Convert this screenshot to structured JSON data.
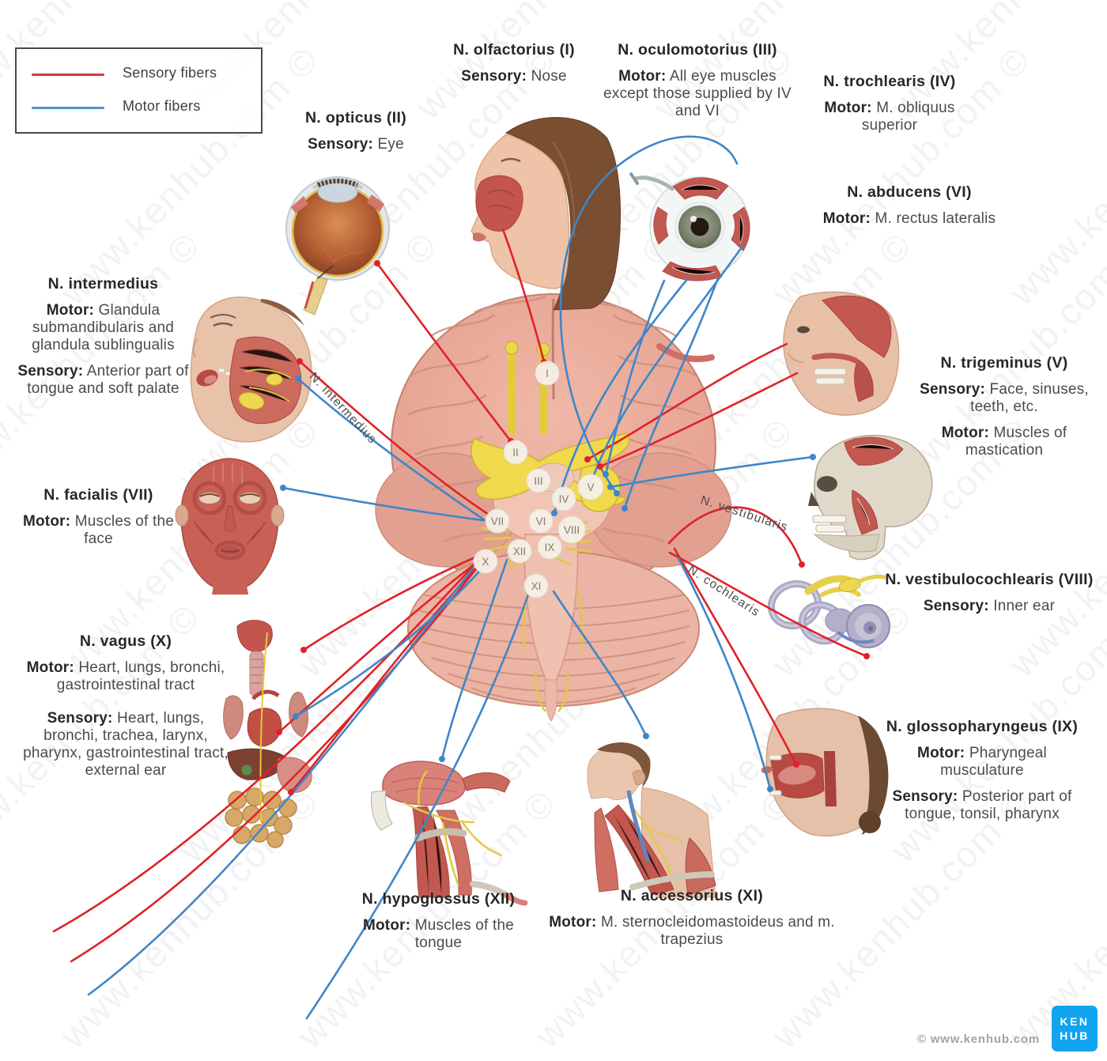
{
  "title": "Cranial nerves overview diagram",
  "watermark": {
    "text": "www.kenhub.com ©"
  },
  "colors": {
    "sensory": "#e02228",
    "motor": "#3f86c9"
  },
  "legend": {
    "sensory_label": "Sensory fibers",
    "motor_label": "Motor fibers",
    "sensory_color": "#cf3d41",
    "motor_color": "#4e93d4"
  },
  "nerve_labels": {
    "olfactorius": {
      "title": "N. olfactorius (I)",
      "p1_bold": "Sensory:",
      "p1_text": " Nose"
    },
    "opticus": {
      "title": "N. opticus (II)",
      "p1_bold": "Sensory:",
      "p1_text": " Eye"
    },
    "oculomotorius": {
      "title": "N. oculomotorius (III)",
      "p1_bold": "Motor:",
      "p1_text": " All eye muscles except those supplied by IV and VI"
    },
    "trochlearis": {
      "title": "N. trochlearis (IV)",
      "p1_bold": "Motor:",
      "p1_text": " M. obliquus superior"
    },
    "abducens": {
      "title": "N. abducens (VI)",
      "p1_bold": "Motor:",
      "p1_text": " M. rectus lateralis"
    },
    "trigeminus": {
      "title": "N. trigeminus (V)",
      "p1_bold": "Sensory:",
      "p1_text": " Face, sinuses, teeth, etc.",
      "p2_bold": "Motor:",
      "p2_text": " Muscles of mastication"
    },
    "intermedius": {
      "title": "N. intermedius",
      "p1_bold": "Motor:",
      "p1_text": " Glandula submandibularis and glandula sublingualis",
      "p2_bold": "Sensory:",
      "p2_text": " Anterior part of tongue and soft palate"
    },
    "facialis": {
      "title": "N. facialis (VII)",
      "p1_bold": "Motor:",
      "p1_text": " Muscles of the face"
    },
    "vestibulocochlearis": {
      "title": "N. vestibulocochlearis (VIII)",
      "p1_bold": "Sensory:",
      "p1_text": " Inner ear"
    },
    "glossopharyngeus": {
      "title": "N. glossopharyngeus (IX)",
      "p1_bold": "Motor:",
      "p1_text": " Pharyngeal musculature",
      "p2_bold": "Sensory:",
      "p2_text": " Posterior part of tongue, tonsil, pharynx"
    },
    "vagus": {
      "title": "N. vagus (X)",
      "p1_bold": "Motor:",
      "p1_text": " Heart, lungs, bronchi, gastrointestinal tract",
      "p2_bold": "Sensory:",
      "p2_text": " Heart, lungs, bronchi, trachea, larynx, pharynx, gastrointestinal tract, external ear"
    },
    "accessorius": {
      "title": "N.  accessorius (XI)",
      "p1_bold": "Motor:",
      "p1_text": " M. sternocleidomastoideus and m. trapezius"
    },
    "hypoglossus": {
      "title": "N. hypoglossus (XII)",
      "p1_bold": "Motor:",
      "p1_text": " Muscles of the tongue"
    }
  },
  "line_labels": {
    "intermedius": "N. intermedius",
    "vestibularis": "N. vestibularis",
    "cochlearis": "N. cochlearis"
  },
  "roman_numerals": [
    "I",
    "II",
    "III",
    "IV",
    "V",
    "VI",
    "VII",
    "VIII",
    "IX",
    "X",
    "XI",
    "XII"
  ],
  "footer": {
    "copyright": "© www.kenhub.com",
    "logo_line1": "KEN",
    "logo_line2": "HUB",
    "logo_color": "#12a4ee"
  }
}
